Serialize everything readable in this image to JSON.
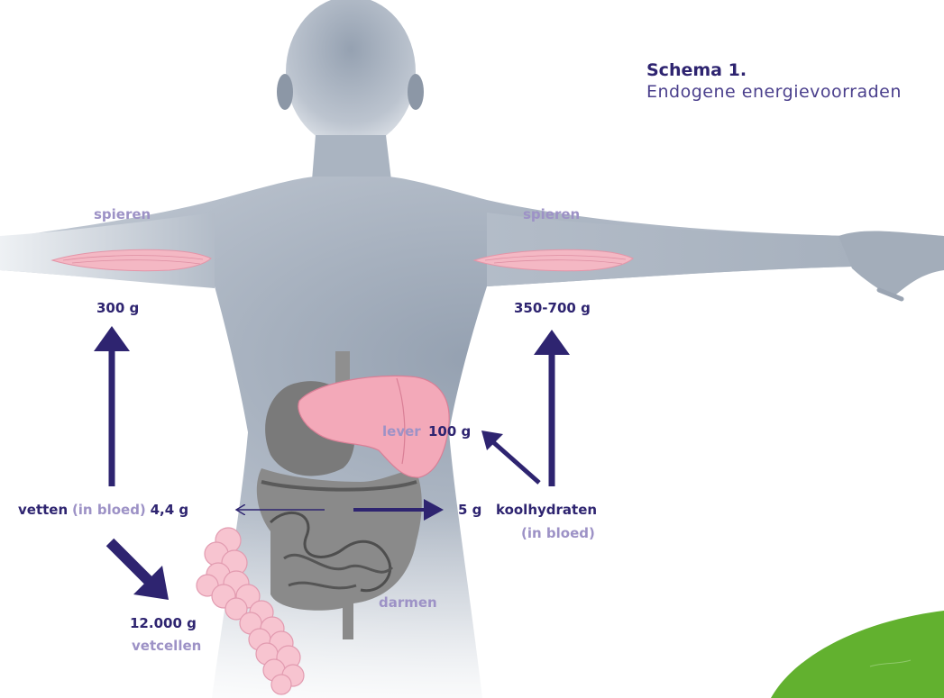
{
  "title": "Schema 1.",
  "subtitle": "Endogene energievoorraden",
  "labels": {
    "muscle_left": "spieren",
    "muscle_right": "spieren",
    "muscle_left_amount": "300 g",
    "muscle_right_amount": "350-700 g",
    "liver": "lever",
    "liver_amount": "100 g",
    "fats_word": "vetten",
    "fats_qualifier": "(in bloed)",
    "fats_amount": "4,4 g",
    "carbs_amount": "5 g",
    "carbs_word": "koolhydraten",
    "carbs_qualifier": "(in bloed)",
    "fat_cells_amount": "12.000 g",
    "fat_cells": "vetcellen",
    "intestines": "darmen"
  },
  "colors": {
    "dark_purple": "#2e2470",
    "light_purple": "#9d92c6",
    "muscle_pink": "#f4b8c4",
    "liver_pink": "#f3a9b9",
    "fat_pink": "#f7c4d0",
    "body_grey": "#b4bcc9",
    "organ_grey": "#7d7d7d",
    "corner_green": "#62b12f"
  }
}
